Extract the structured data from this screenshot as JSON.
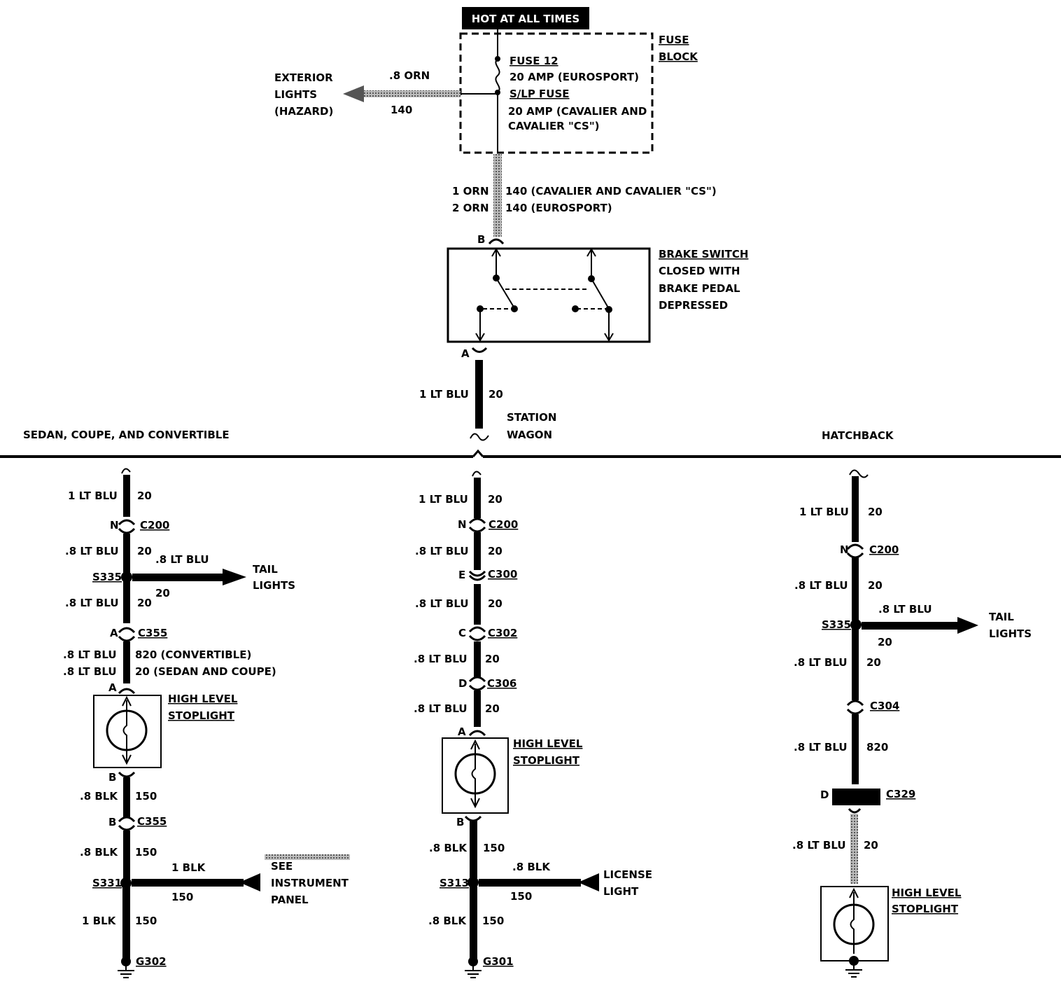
{
  "supply": {
    "hot_label": "HOT AT ALL TIMES",
    "fuse_block_label_1": "FUSE",
    "fuse_block_label_2": "BLOCK",
    "fuse12_label": "FUSE 12",
    "fuse12_rating": "20 AMP (EUROSPORT)",
    "slp_label": "S/LP FUSE",
    "slp_rating_1": "20 AMP (CAVALIER AND",
    "slp_rating_2": "CAVALIER \"CS\")"
  },
  "exterior": {
    "dest_1": "EXTERIOR",
    "dest_2": "LIGHTS",
    "dest_3": "(HAZARD)",
    "wire": ".8 ORN",
    "circuit": "140"
  },
  "feed": {
    "wire_1": "1 ORN",
    "wire_2": "2 ORN",
    "circuit_1": "140 (CAVALIER AND CAVALIER \"CS\")",
    "circuit_2": "140 (EUROSPORT)"
  },
  "brake_switch": {
    "pin_in": "B",
    "pin_out": "A",
    "title": "BRAKE SWITCH",
    "desc_1": "CLOSED WITH",
    "desc_2": "BRAKE PEDAL",
    "desc_3": "DEPRESSED"
  },
  "switch_out": {
    "wire": "1 LT BLU",
    "circuit": "20"
  },
  "headers": {
    "left": "SEDAN, COUPE, AND CONVERTIBLE",
    "middle_1": "STATION",
    "middle_2": "WAGON",
    "right": "HATCHBACK"
  },
  "sedan": {
    "w1": "1 LT BLU",
    "c1": "20",
    "pin_n": "N",
    "c200": "C200",
    "w2": ".8 LT BLU",
    "c2": "20",
    "s335": "S335",
    "tail_wire": ".8 LT BLU",
    "tail_circuit": "20",
    "tail_1": "TAIL",
    "tail_2": "LIGHTS",
    "w3": ".8 LT BLU",
    "c3": "20",
    "pin_a": "A",
    "c355": "C355",
    "w4a": ".8 LT BLU",
    "c4a": "820 (CONVERTIBLE)",
    "w4b": ".8 LT BLU",
    "c4b": "20 (SEDAN AND COUPE)",
    "lamp_pin_a": "A",
    "lamp_1": "HIGH LEVEL",
    "lamp_2": "STOPLIGHT",
    "lamp_pin_b": "B",
    "w5": ".8 BLK",
    "c5": "150",
    "pin_b": "B",
    "c355b": "C355",
    "w6": ".8 BLK",
    "c6": "150",
    "s331": "S331",
    "ip_wire": "1 BLK",
    "ip_circuit": "150",
    "see_1": "SEE",
    "see_2": "INSTRUMENT",
    "see_3": "PANEL",
    "w7": "1 BLK",
    "c7": "150",
    "ground": "G302"
  },
  "wagon": {
    "w1": "1 LT BLU",
    "c1": "20",
    "pin_n": "N",
    "c200": "C200",
    "w2": ".8 LT BLU",
    "c2": "20",
    "pin_e": "E",
    "c300": "C300",
    "w3": ".8 LT BLU",
    "c3": "20",
    "pin_c": "C",
    "c302": "C302",
    "w4": ".8 LT BLU",
    "c4": "20",
    "pin_d": "D",
    "c306": "C306",
    "w5": ".8 LT BLU",
    "c5": "20",
    "lamp_pin_a": "A",
    "lamp_1": "HIGH LEVEL",
    "lamp_2": "STOPLIGHT",
    "lamp_pin_b": "B",
    "w6": ".8 BLK",
    "c6": "150",
    "s313": "S313",
    "lic_wire": ".8 BLK",
    "lic_circuit": "150",
    "lic_1": "LICENSE",
    "lic_2": "LIGHT",
    "w7": ".8 BLK",
    "c7": "150",
    "ground": "G301"
  },
  "hatch": {
    "w1": "1 LT BLU",
    "c1": "20",
    "pin_n": "N",
    "c200": "C200",
    "w2": ".8 LT BLU",
    "c2": "20",
    "s335": "S335",
    "tail_wire": ".8 LT BLU",
    "tail_circuit": "20",
    "tail_1": "TAIL",
    "tail_2": "LIGHTS",
    "w3": ".8 LT BLU",
    "c3": "20",
    "c304": "C304",
    "w4": ".8 LT BLU",
    "c4": "820",
    "pin_d": "D",
    "c329": "C329",
    "w5": ".8 LT BLU",
    "c5": "20",
    "lamp_1": "HIGH LEVEL",
    "lamp_2": "STOPLIGHT"
  }
}
